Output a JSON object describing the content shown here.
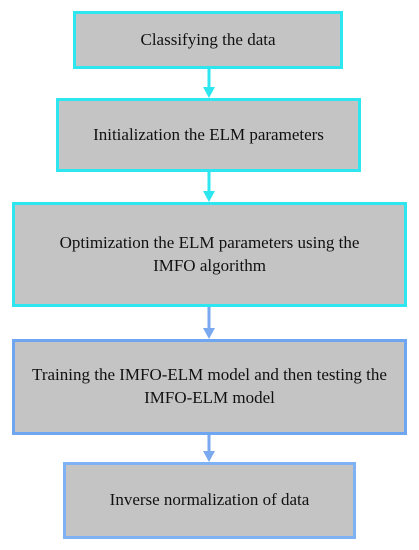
{
  "steps": [
    {
      "label": "Classifying the data"
    },
    {
      "label": "Initialization the ELM parameters"
    },
    {
      "label": "Optimization the ELM parameters using the IMFO algorithm"
    },
    {
      "label": "Training the IMFO-ELM model and then testing the IMFO-ELM model"
    },
    {
      "label": "Inverse normalization of data"
    }
  ],
  "colors": {
    "box_fill": "#c4c4c4",
    "border_cyan": "#2ee6ef",
    "border_blue": "#6ea6f2",
    "arrow_cyan": "#2ee6ef",
    "arrow_blue": "#7aa9f0"
  }
}
